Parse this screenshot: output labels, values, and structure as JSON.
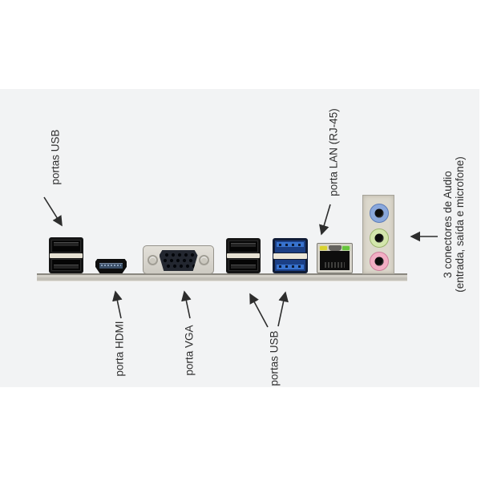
{
  "figure": {
    "type": "motherboard-rear-io-panel-diagram",
    "labels": {
      "portas_usb_top": "portas USB",
      "porta_hdmi": "porta HDMI",
      "porta_vga": "porta VGA",
      "portas_usb_bottom": "portas USB",
      "porta_lan": "porta LAN (RJ-45)",
      "audio_line1": "3 conectores de Audio",
      "audio_line2": "(entrada, saída e microfone)"
    },
    "ports": [
      {
        "name": "usb2-dual-port-block-left",
        "color": "#141414"
      },
      {
        "name": "hdmi-port",
        "color": "#0e0e0e"
      },
      {
        "name": "vga-port",
        "color": "#d9d6cf"
      },
      {
        "name": "usb2-dual-port-block-right",
        "color": "#141414"
      },
      {
        "name": "usb3-dual-port-block",
        "color": "#3873cf"
      },
      {
        "name": "lan-rj45-port",
        "color": "#0d0d0d",
        "led_left": "#d8d22f",
        "led_right": "#66c43c"
      },
      {
        "name": "audio-jacks-block",
        "jack_colors": {
          "entrada": "#8aa8dc",
          "saida": "#d3e6ac",
          "microfone": "#f2aec4"
        }
      }
    ],
    "colors": {
      "background": "#ffffff",
      "panel_background": "#f2f3f4",
      "text": "#2d2d2d",
      "arrow": "#2d2d2d",
      "bracket": "#c9c6be"
    }
  }
}
